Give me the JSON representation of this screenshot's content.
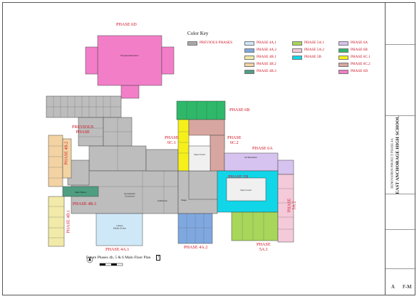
{
  "legend": {
    "title": "Color Key",
    "items": [
      {
        "label": "PREVIOUS PHASES",
        "color": "#a9a9a9"
      },
      {
        "label": "PHASE 4A.1",
        "color": "#cfe8f7"
      },
      {
        "label": "PHASE 4A.2",
        "color": "#7fa8e0"
      },
      {
        "label": "PHASE 4B.1",
        "color": "#f1eaa8"
      },
      {
        "label": "PHASE 4B.2",
        "color": "#f3d3a3"
      },
      {
        "label": "PHASE 4B.3",
        "color": "#4f9e82"
      },
      {
        "label": "PHASE 5A.1",
        "color": "#a7d65a"
      },
      {
        "label": "PHASE 5A.2",
        "color": "#f4c9d9"
      },
      {
        "label": "PHASE 5B",
        "color": "#11d6e8"
      },
      {
        "label": "PHASE 6A",
        "color": "#d7c3ef"
      },
      {
        "label": "PHASE 6B",
        "color": "#2fb86a"
      },
      {
        "label": "PHASE 6C.1",
        "color": "#f5f01a"
      },
      {
        "label": "PHASE 6C.2",
        "color": "#d8a6a0"
      },
      {
        "label": "PHASE 6D",
        "color": "#f27ec8"
      }
    ]
  },
  "phase_labels": {
    "p6d": "PHASE 6D",
    "p6b": "PHASE 6B",
    "previous": "PREVIOUS\nPHASE",
    "p6c1": "PHASE\n6C.1",
    "p6c2": "PHASE\n6C.2",
    "p6a": "PHASE 6A",
    "p5b": "PHASE 5B",
    "p4b2": "PHASE 4B.2",
    "p4b3": "PHASE 4B.3",
    "p4b1": "PHASE 4B.1",
    "p4a1": "PHASE 4A.1",
    "p4a2": "PHASE 4A.2",
    "p5a1": "PHASE\n5A.1",
    "p5a2": "PHASE\n5A.2"
  },
  "plan_caption": "Future Phases 4b, 5 & 6 Main Floor Plan",
  "plan_caption_number": "7",
  "room_labels": {
    "physical_education": "Physical Education",
    "open_court_1": "Open Court",
    "open_court_2": "Open Court",
    "gymnasium": "Gymnasium\nCommons",
    "library": "Library\nMedia Center",
    "auditorium": "Auditorium",
    "stage": "Stage",
    "main_street": "Main Street",
    "art_education": "Art Education"
  },
  "title_block": {
    "school_name": "EAST ANCHORAGE HIGH SCHOOL",
    "project_name": "RENOVATION PROJECT PHASE 4A",
    "sheet_letter": "A",
    "sheet_number": "F-M"
  }
}
